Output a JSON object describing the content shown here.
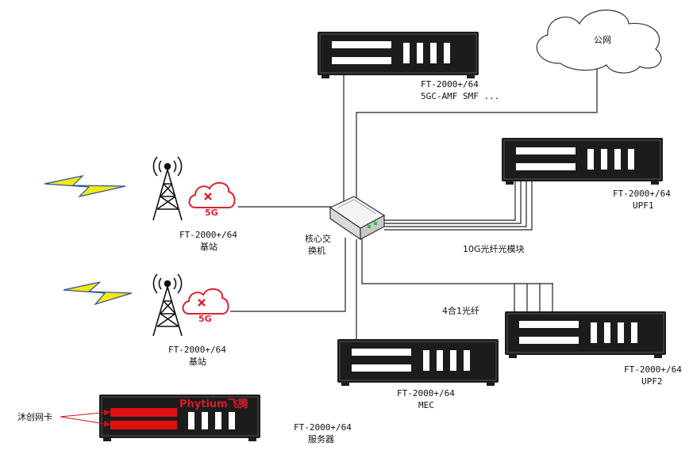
{
  "diagram": {
    "colors": {
      "server_body": "#1c1c1c",
      "server_slot": "#ffffff",
      "cloud_stroke": "#333333",
      "line": "#222222",
      "bolt_yellow": "#f2ea12",
      "bolt_blue": "#2f4f9f",
      "fiveg_red": "#e0202e",
      "nic_red": "#e01010",
      "phytium_red": "#d91b2a"
    },
    "icons": {
      "tower": "radio-tower-icon",
      "fiveg": "5g-cloud-icon",
      "bolt": "lightning-bolt-icon",
      "cloud": "cloud-icon",
      "switch": "network-switch-icon",
      "server": "rack-server-icon"
    },
    "nodes": {
      "amf": {
        "line1": "FT-2000+/64",
        "line2": "5GC-AMF SMF ..."
      },
      "cloud": {
        "label": "公网"
      },
      "upf1": {
        "line1": "FT-2000+/64",
        "line2": "UPF1"
      },
      "upf2": {
        "line1": "FT-2000+/64",
        "line2": "UPF2"
      },
      "mec": {
        "line1": "FT-2000+/64",
        "line2": "MEC"
      },
      "bs1": {
        "line1": "FT-2000+/64",
        "line2": "基站",
        "badge": "5G"
      },
      "bs2": {
        "line1": "FT-2000+/64",
        "line2": "基站",
        "badge": "5G"
      },
      "switch": {
        "line1": "核心交",
        "line2": "换机"
      },
      "server": {
        "line1": "FT-2000+/64",
        "line2": "服务器",
        "brand": "Phytium飞腾"
      }
    },
    "annotations": {
      "fiber_module": "10G光纤光模块",
      "fiber_merge": "4合1光纤",
      "nic": "沐创网卡"
    }
  }
}
